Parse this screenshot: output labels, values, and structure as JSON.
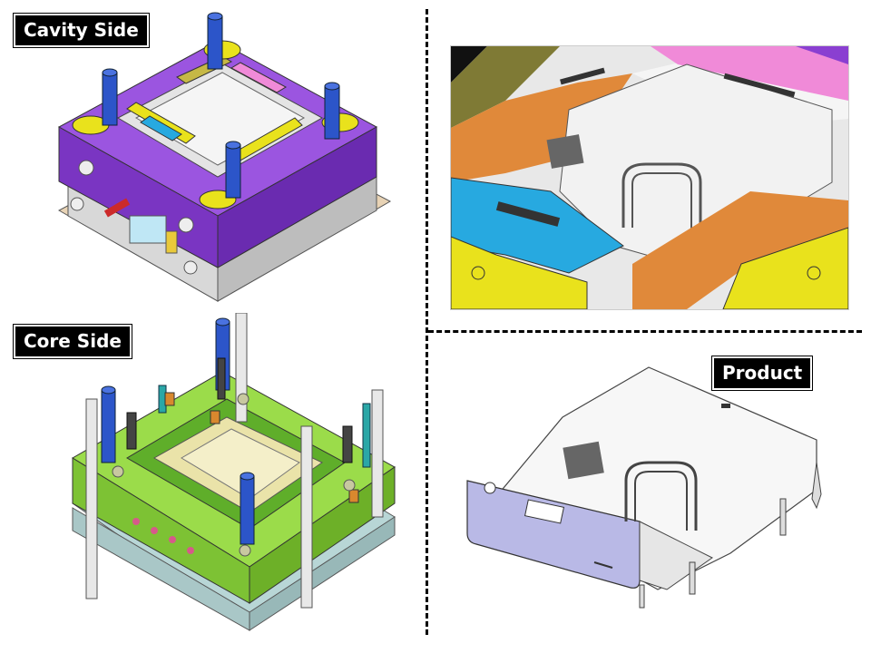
{
  "labels": {
    "cavity": "Cavity Side",
    "core": "Core Side",
    "product": "Product"
  },
  "colors": {
    "cavity_plate": "#8a3fd1",
    "core_plate": "#8ed13a",
    "guide_pillar": "#2c55c9",
    "slider_yellow": "#e9e21c",
    "slider_cyan": "#27a9e0",
    "slider_orange": "#e0893a",
    "slider_pink": "#f08ad8",
    "base_plate": "#c9c9c9",
    "product_body": "#f4f4f4",
    "product_front": "#b9b9e6"
  }
}
